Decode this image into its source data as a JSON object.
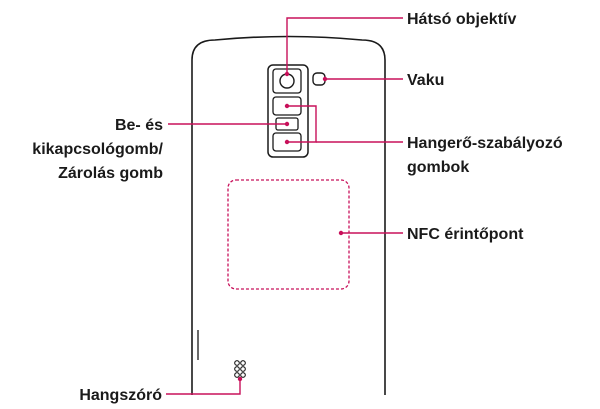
{
  "accent_color": "#c8105a",
  "outline_color": "#1a1a1a",
  "labels": {
    "rear_camera": "Hátsó objektív",
    "flash": "Vaku",
    "power_lock_1": "Be- és",
    "power_lock_2": "kikapcsológomb/",
    "power_lock_3": "Zárolás gomb",
    "volume_1": "Hangerő-szabályozó",
    "volume_2": "gombok",
    "nfc": "NFC érintőpont",
    "speaker": "Hangszóró"
  }
}
